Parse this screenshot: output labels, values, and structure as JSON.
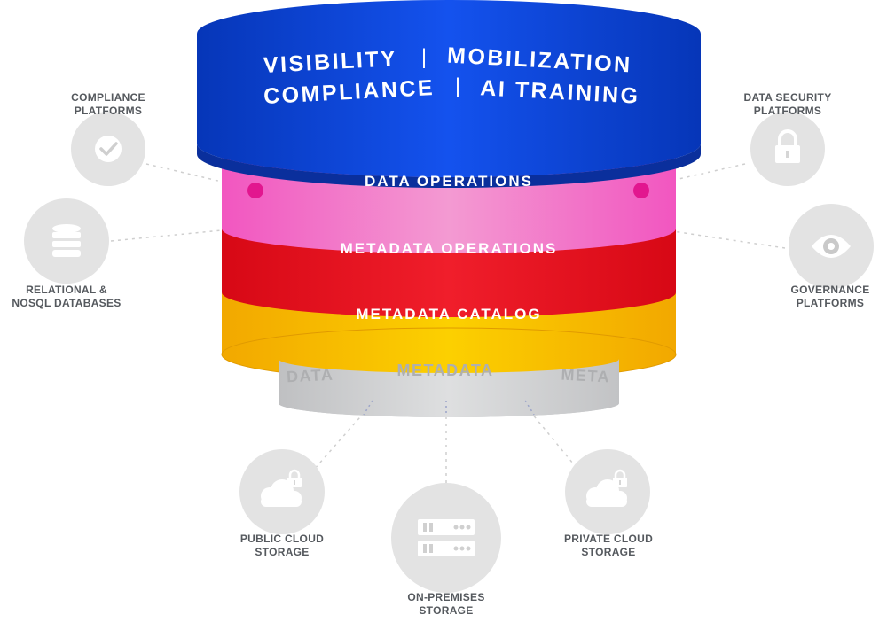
{
  "top_band": {
    "line1_left": "VISIBILITY",
    "line1_right": "MOBILIZATION",
    "line2_left": "COMPLIANCE",
    "line2_right": "AI TRAINING",
    "separator": "|"
  },
  "layers": {
    "data_operations": "DATA OPERATIONS",
    "metadata_operations": "METADATA OPERATIONS",
    "metadata_catalog": "METADATA CATALOG"
  },
  "base": {
    "left": "DATA",
    "center": "METADATA",
    "right": "META"
  },
  "nodes": {
    "compliance": {
      "line1": "COMPLIANCE",
      "line2": "PLATFORMS",
      "icon": "checkmark-icon"
    },
    "relational": {
      "line1": "RELATIONAL &",
      "line2": "NOSQL DATABASES",
      "icon": "database-icon"
    },
    "data_security": {
      "line1": "DATA SECURITY",
      "line2": "PLATFORMS",
      "icon": "lock-icon"
    },
    "governance": {
      "line1": "GOVERNANCE",
      "line2": "PLATFORMS",
      "icon": "eye-icon"
    },
    "public_cloud": {
      "line1": "PUBLIC CLOUD",
      "line2": "STORAGE",
      "icon": "cloud-lock-icon"
    },
    "on_premises": {
      "line1": "ON-PREMISES",
      "line2": "STORAGE",
      "icon": "server-icon"
    },
    "private_cloud": {
      "line1": "PRIVATE CLOUD",
      "line2": "STORAGE",
      "icon": "cloud-lock-icon"
    }
  },
  "colors": {
    "blue": "#0a42d8",
    "pink": "#f06cbf",
    "red": "#e8101e",
    "yellow": "#f6c000",
    "gray_cylinder": "#d2d3d5",
    "icon_circle": "#e3e3e3",
    "label": "#55595e"
  }
}
